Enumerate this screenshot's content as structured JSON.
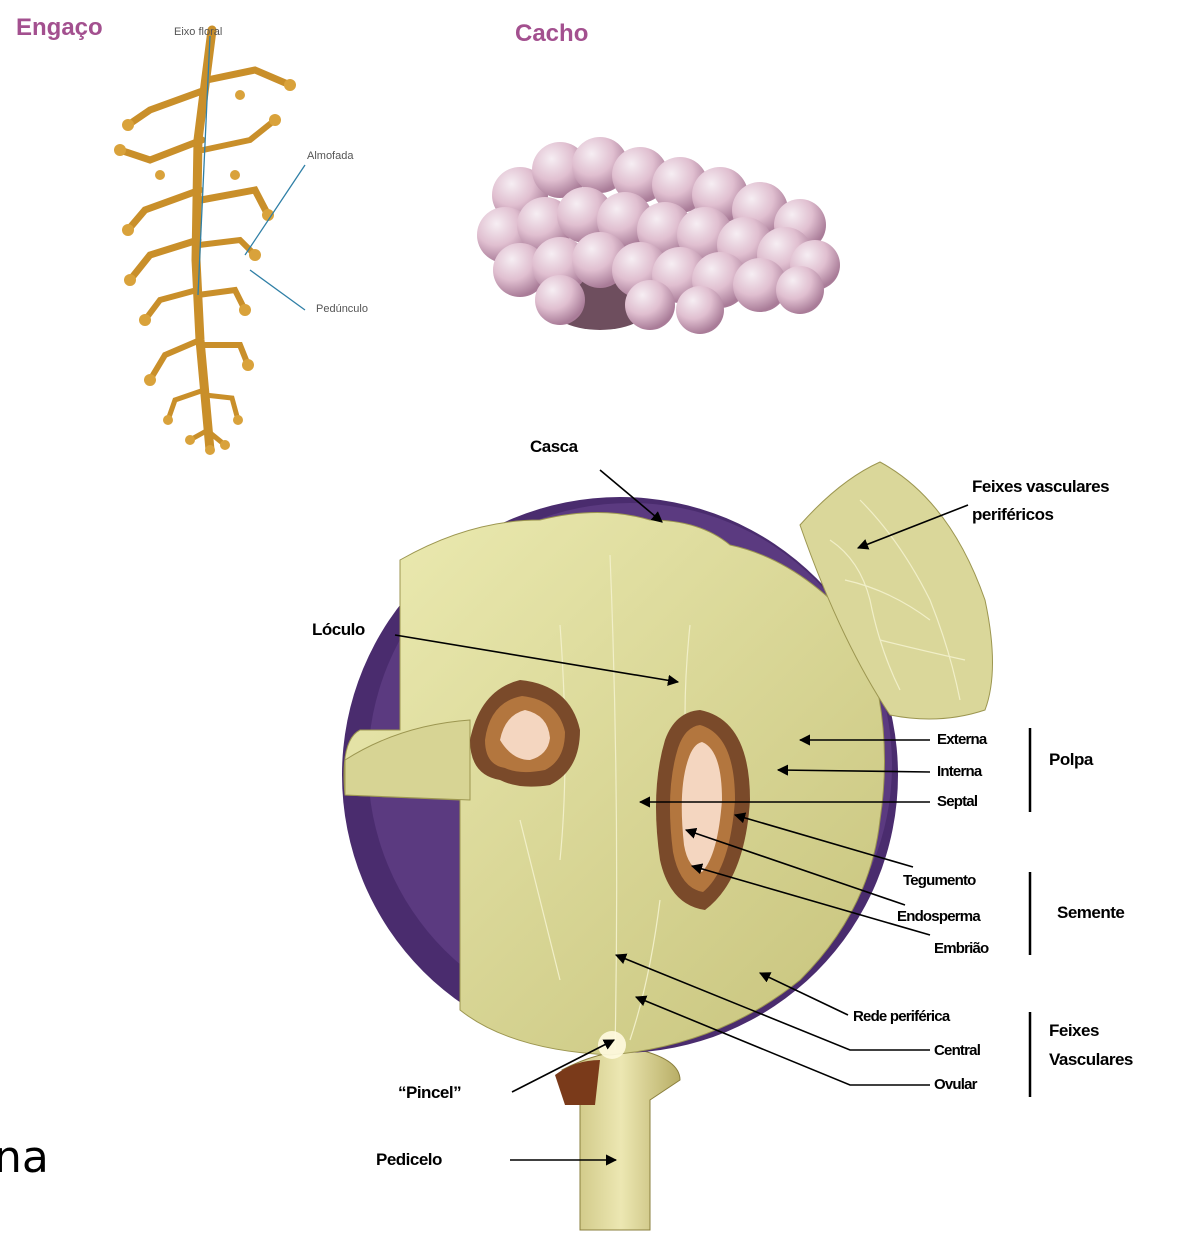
{
  "engaco": {
    "title": "Engaço",
    "labels": {
      "eixo_floral": "Eixo floral",
      "almofada": "Almofada",
      "pedunculo": "Pedúnculo"
    }
  },
  "cacho": {
    "title": "Cacho"
  },
  "berry": {
    "labels": {
      "casca": "Casca",
      "feixes_perifericos_line1": "Feixes vasculares",
      "feixes_perifericos_line2": "periféricos",
      "loculo": "Lóculo",
      "externa": "Externa",
      "interna": "Interna",
      "septal": "Septal",
      "tegumento": "Tegumento",
      "endosperma": "Endosperma",
      "embriao": "Embrião",
      "rede_periferica": "Rede periférica",
      "central": "Central",
      "ovular": "Ovular",
      "pincel": "“Pincel”",
      "pedicelo": "Pedicelo"
    },
    "groups": {
      "polpa": "Polpa",
      "semente": "Semente",
      "feixes_vasculares_line1": "Feixes",
      "feixes_vasculares_line2": "Vasculares"
    }
  },
  "left_edge_text": "na",
  "colors": {
    "title_accent": "#a3508f",
    "stem": "#d9a23b",
    "grape": "#e3c2d3",
    "skin": "#4a2c6e",
    "pulp": "#dedc9a",
    "seed_coat": "#7a4a2a",
    "seed_inner": "#f4d6c0"
  }
}
